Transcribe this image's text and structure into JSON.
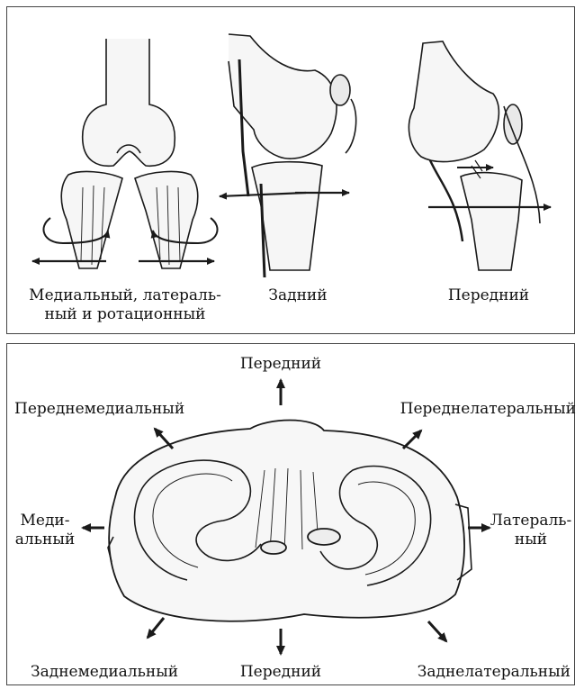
{
  "top_panel": {
    "views": [
      {
        "label_lines": [
          "Медиальный, латераль-",
          "ный и ротационный"
        ]
      },
      {
        "label_lines": [
          "Задний"
        ]
      },
      {
        "label_lines": [
          "Передний"
        ]
      }
    ]
  },
  "bottom_panel": {
    "directions": {
      "anterior_top": "Передний",
      "anteromedial": "Переднемедиальный",
      "anterolateral": "Переднелатеральный",
      "medial_lines": [
        "Меди-",
        "альный"
      ],
      "lateral_lines": [
        "Латераль-",
        "ный"
      ],
      "posteromedial": "Заднемедиальный",
      "posterior_bottom": "Передний",
      "posterolateral": "Заднелатеральный"
    }
  },
  "colors": {
    "line": "#1a1a1a",
    "bone_fill": "#f4f4f4",
    "background": "#ffffff"
  }
}
